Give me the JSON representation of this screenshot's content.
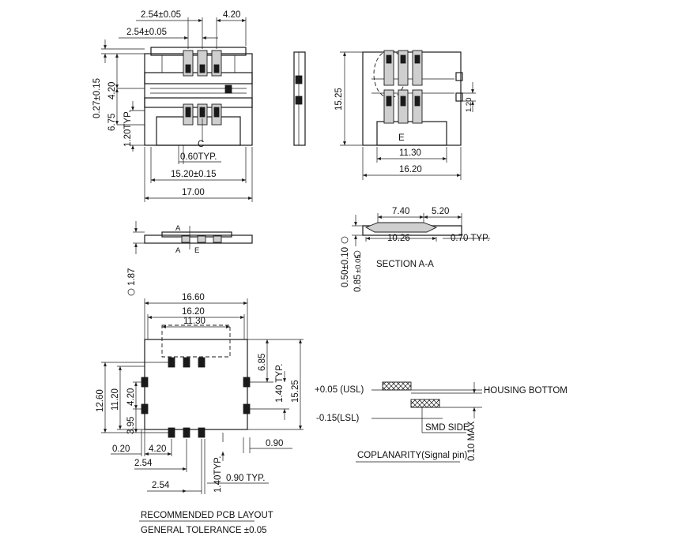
{
  "top_view": {
    "dim_pitch_a": "2.54±0.05",
    "dim_pitch_b": "2.54±0.05",
    "dim_420": "4.20",
    "dim_027": "0.27±0.15",
    "dim_420_v": "4.20",
    "dim_675": "6.75",
    "dim_120_typ": "1.20TYP.",
    "center_mark": "C",
    "dim_060_typ": "0.60TYP.",
    "dim_1520": "15.20±0.15",
    "dim_1700": "17.00"
  },
  "right_view": {
    "dim_1525": "15.25",
    "dim_1130": "11.30",
    "dim_1620": "16.20",
    "dim_120": "1.20",
    "center_mark": "E"
  },
  "side_view": {
    "dim_187": "1.87",
    "section_mark_a": "A",
    "section_mark_b": "A",
    "center_mark": "E"
  },
  "section": {
    "dim_740": "7.40",
    "dim_520": "5.20",
    "dim_1026": "10.26",
    "dim_070": "0.70 TYP.",
    "dim_050": "0.50±0.10",
    "dim_085": "0.85",
    "dim_085_tol": "±0.05",
    "title": "SECTION A-A"
  },
  "pcb": {
    "dim_1660": "16.60",
    "dim_1620": "16.20",
    "dim_1130": "11.30",
    "dim_685": "6.85",
    "dim_140_typ_v": "1.40 TYP.",
    "dim_1525": "15.25",
    "dim_1260": "12.60",
    "dim_1120": "11.20",
    "dim_420_v": "4.20",
    "dim_395": "3.95",
    "dim_020": "0.20",
    "dim_420_h": "4.20",
    "dim_254_a": "2.54",
    "dim_140_typ_b": "1.40TYP.",
    "dim_090_a": "0.90",
    "dim_090_b": "0.90 TYP.",
    "dim_254_b": "2.54",
    "title": "RECOMMENDED PCB LAYOUT",
    "tolerance": "GENERAL TOLERANCE ±0.05"
  },
  "coplanarity": {
    "usl": "+0.05 (USL)",
    "lsl": "-0.15(LSL)",
    "housing_bottom": "HOUSING BOTTOM",
    "smd_side": "SMD SIDE",
    "max": "0.10 MAX",
    "title": "COPLANARITY(Signal pin)"
  }
}
